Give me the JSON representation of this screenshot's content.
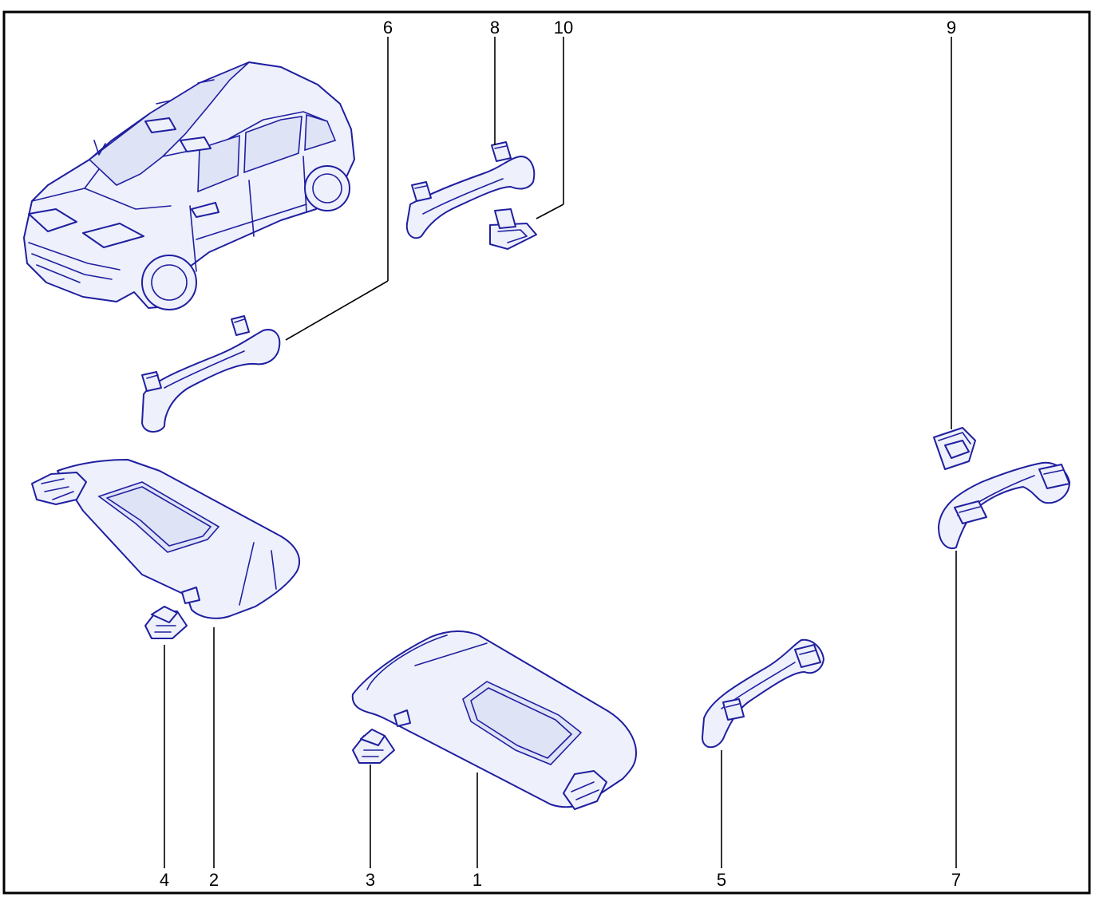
{
  "callouts": {
    "c1": "1",
    "c2": "2",
    "c3": "3",
    "c4": "4",
    "c5": "5",
    "c6": "6",
    "c7": "7",
    "c8": "8",
    "c9": "9",
    "c10": "10"
  },
  "colors": {
    "line": "#1f1fa0",
    "fill": "#eef0fb",
    "frame": "#000000"
  },
  "parts": [
    {
      "id": "vehicle",
      "icon": "hatchback-car-icon"
    },
    {
      "id": "1",
      "icon": "sun-visor-right-icon"
    },
    {
      "id": "2",
      "icon": "sun-visor-left-icon"
    },
    {
      "id": "3",
      "icon": "visor-clip-icon"
    },
    {
      "id": "4",
      "icon": "visor-clip-icon"
    },
    {
      "id": "5",
      "icon": "grab-handle-icon"
    },
    {
      "id": "6",
      "icon": "grab-handle-icon"
    },
    {
      "id": "7",
      "icon": "grab-handle-icon"
    },
    {
      "id": "8",
      "icon": "grab-handle-icon"
    },
    {
      "id": "9",
      "icon": "handle-cover-icon"
    },
    {
      "id": "10",
      "icon": "handle-cover-icon"
    }
  ]
}
